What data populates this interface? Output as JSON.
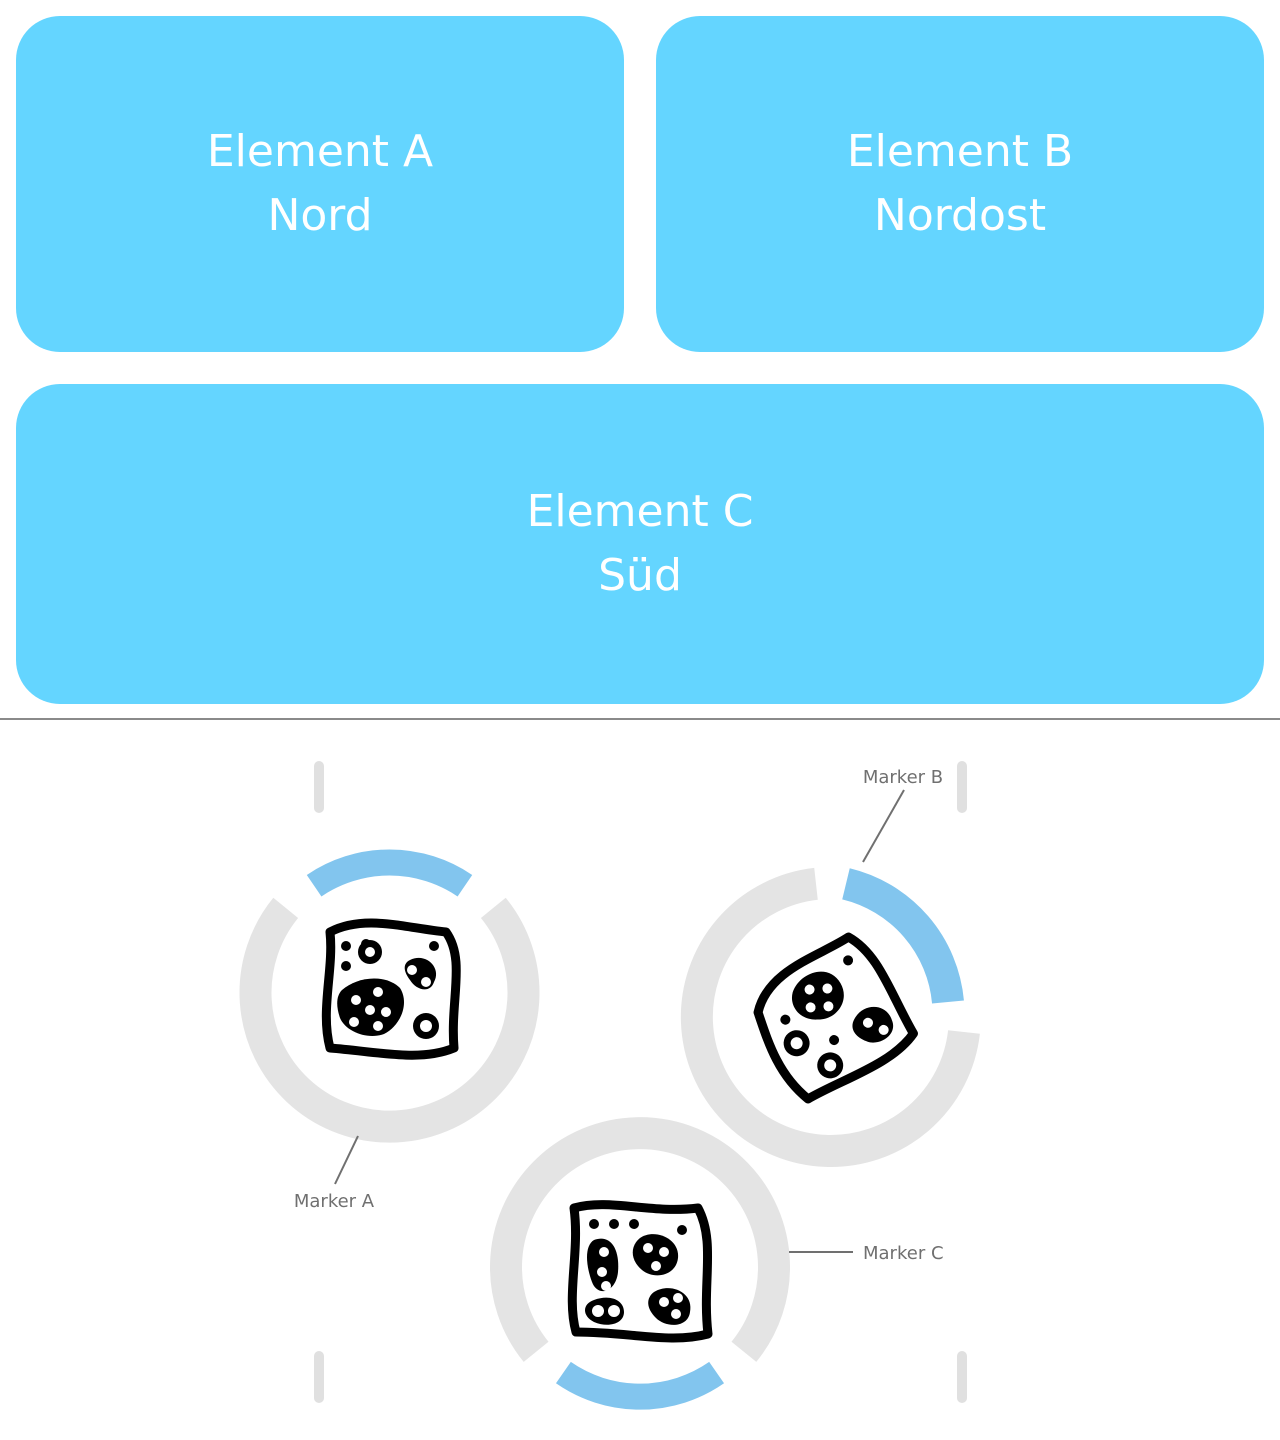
{
  "tiles": [
    {
      "title": "Element A",
      "subtitle": "Nord"
    },
    {
      "title": "Element B",
      "subtitle": "Nordost"
    },
    {
      "title": "Element C",
      "subtitle": "Süd"
    }
  ],
  "markers": [
    {
      "label": "Marker A",
      "icon": "bacteria-icon"
    },
    {
      "label": "Marker B",
      "icon": "bacteria-icon"
    },
    {
      "label": "Marker C",
      "icon": "bacteria-icon"
    }
  ],
  "colors": {
    "tile": "#64D5FF",
    "ring_track": "#E4E4E4",
    "ring_highlight": "#82C5EE",
    "label": "#707070"
  }
}
